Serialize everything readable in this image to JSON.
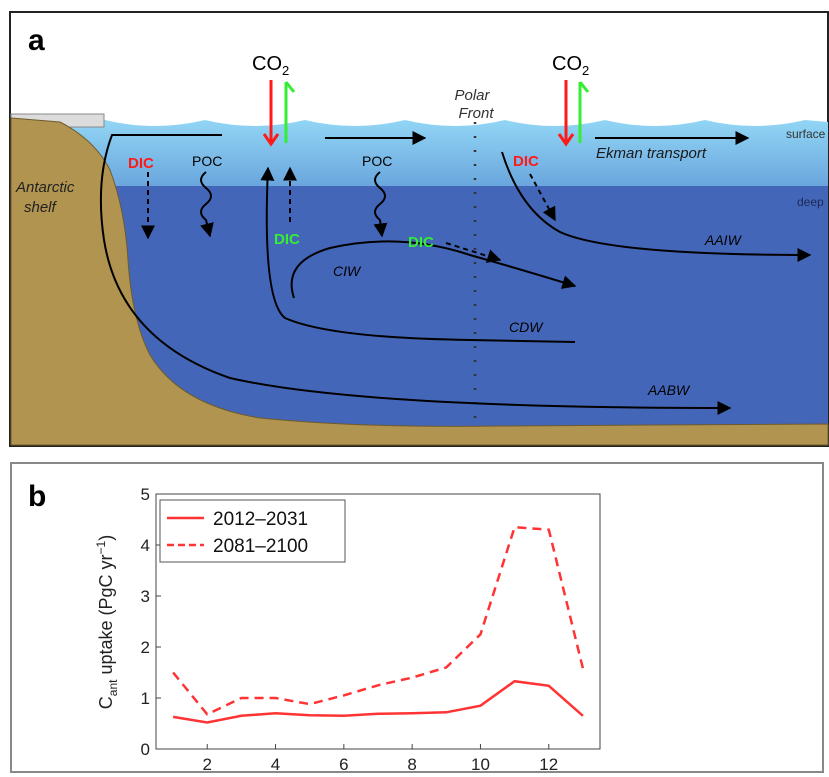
{
  "panel_a": {
    "label": "a",
    "co2_left": {
      "base": "CO",
      "sub": "2"
    },
    "co2_right": {
      "base": "CO",
      "sub": "2"
    },
    "polar_front": [
      "Polar",
      "Front"
    ],
    "surface_label": "surface",
    "deep_label": "deep",
    "antarctic_shelf": [
      "Antarctic",
      "shelf"
    ],
    "dic_red_left": "DIC",
    "dic_red_right": "DIC",
    "dic_green_1": "DIC",
    "dic_green_2": "DIC",
    "poc_left": "POC",
    "poc_mid": "POC",
    "ekman": "Ekman transport",
    "water_masses": {
      "aaiw": "AAIW",
      "ciw": "CIW",
      "cdw": "CDW",
      "aabw": "AABW"
    },
    "colors": {
      "sky": "#ffffff",
      "surface": "#8fd3f2",
      "deep": "#4466b8",
      "land": "#b09450",
      "red": "#ff1a1a",
      "green": "#33ee33"
    }
  },
  "panel_b": {
    "label": "b",
    "chart_data": {
      "type": "line",
      "title": "",
      "xlabel": "",
      "ylabel_parts": {
        "c": "C",
        "sub": "ant",
        "rest": " uptake (PgC yr",
        "sup": "−1",
        "close": ")"
      },
      "xlim": [
        0.5,
        13.5
      ],
      "ylim": [
        0,
        5
      ],
      "xticks": [
        2,
        4,
        6,
        8,
        10,
        12
      ],
      "yticks": [
        0,
        1,
        2,
        3,
        4,
        5
      ],
      "x": [
        1,
        2,
        3,
        4,
        5,
        6,
        7,
        8,
        9,
        10,
        11,
        12,
        13
      ],
      "series": [
        {
          "name": "2012–2031",
          "style": "solid",
          "color": "#ff3333",
          "values": [
            0.63,
            0.52,
            0.65,
            0.7,
            0.66,
            0.65,
            0.69,
            0.7,
            0.72,
            0.85,
            1.33,
            1.24,
            0.65
          ]
        },
        {
          "name": "2081–2100",
          "style": "dashed",
          "color": "#ff3333",
          "values": [
            1.5,
            0.68,
            1.0,
            1.0,
            0.88,
            1.05,
            1.25,
            1.4,
            1.6,
            2.25,
            4.35,
            4.3,
            1.58
          ]
        }
      ],
      "legend_position": "top-left",
      "grid": false
    }
  }
}
